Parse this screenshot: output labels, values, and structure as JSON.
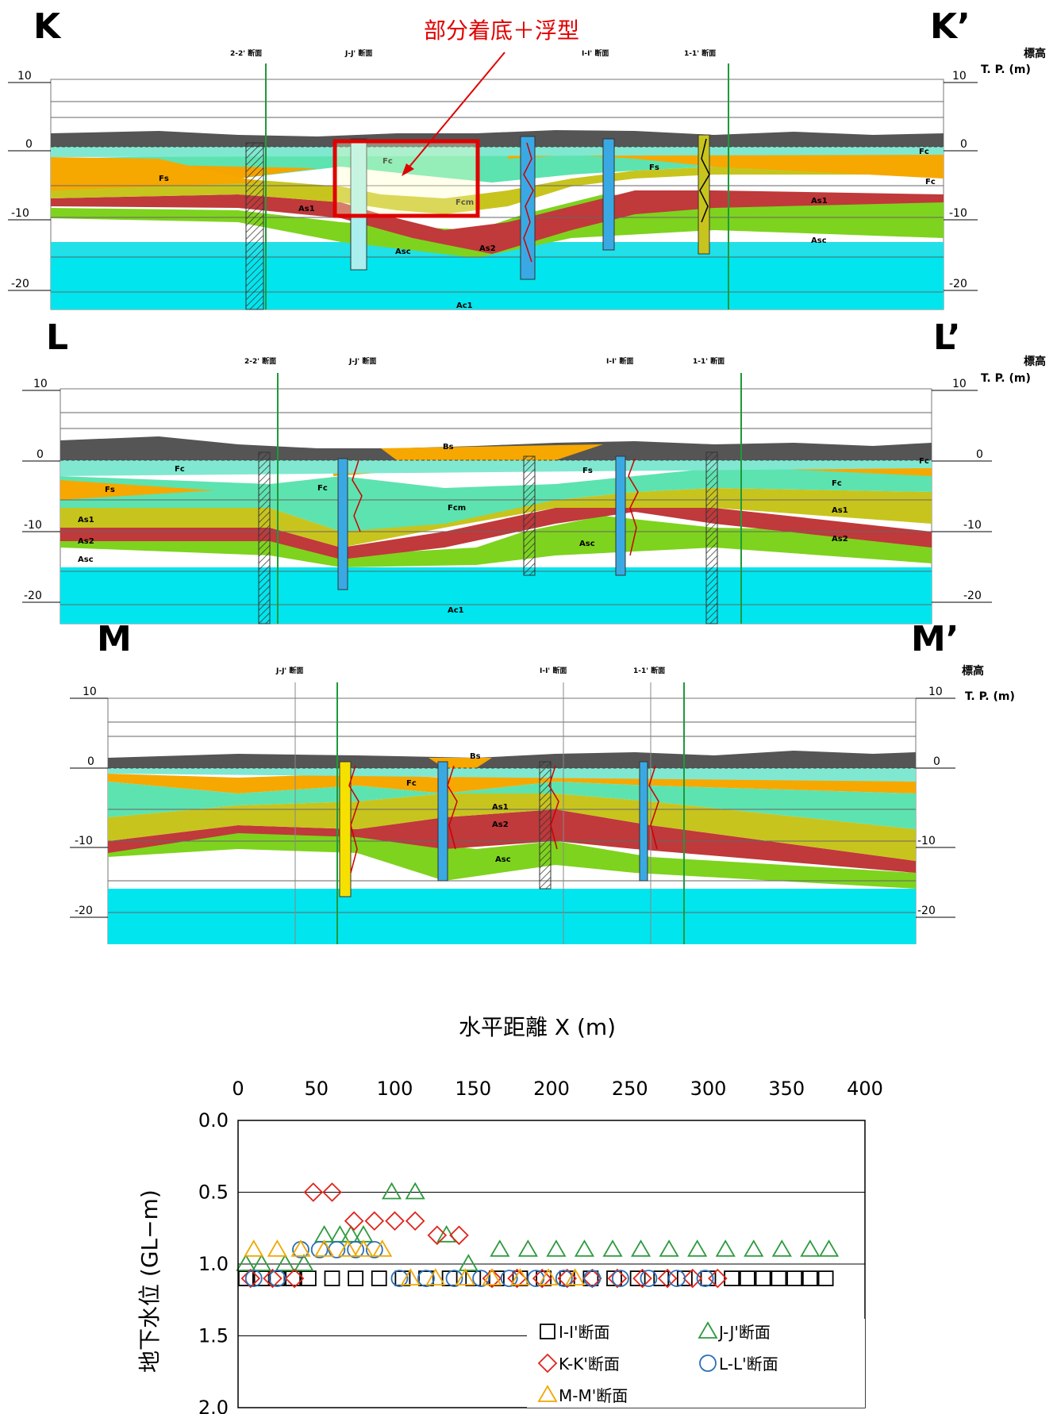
{
  "sections": [
    {
      "id": "K",
      "left_label": "K",
      "right_label": "K’",
      "elev_title": "標高",
      "elev_unit": "T. P. (m)",
      "y_ticks": [
        "10",
        "0",
        "-10",
        "-20"
      ],
      "cross_sections": [
        "2-2' 断面",
        "J-J' 断面",
        "I-I' 断面",
        "1-1' 断面"
      ],
      "layers": [
        "Fc",
        "Fs",
        "Fcm",
        "As1",
        "As2",
        "Asc",
        "Ac1",
        "Fc",
        "Fc"
      ],
      "annotation": "部分着底＋浮型"
    },
    {
      "id": "L",
      "left_label": "L",
      "right_label": "L’",
      "elev_title": "標高",
      "elev_unit": "T. P. (m)",
      "y_ticks": [
        "10",
        "0",
        "-10",
        "-20"
      ],
      "cross_sections": [
        "2-2' 断面",
        "J-J' 断面",
        "I-I' 断面",
        "1-1' 断面"
      ],
      "layers": [
        "Fc",
        "Fs",
        "Fc",
        "Bs",
        "Fs",
        "Fcm",
        "As1",
        "As2",
        "Asc",
        "Asc",
        "Fc",
        "Fc",
        "As1",
        "As2",
        "Ac1"
      ]
    },
    {
      "id": "M",
      "left_label": "M",
      "right_label": "M’",
      "elev_title": "標高",
      "elev_unit": "T. P. (m)",
      "y_ticks": [
        "10",
        "0",
        "-10",
        "-20"
      ],
      "cross_sections": [
        "J-J' 断面",
        "I-I' 断面",
        "1-1' 断面"
      ],
      "layers": [
        "Bs",
        "Fc",
        "As1",
        "As2",
        "Asc"
      ]
    }
  ],
  "chart_data": {
    "type": "scatter",
    "xlabel": "水平距離 X (m)",
    "ylabel": "地下水位 (GL−m)",
    "xlim": [
      0,
      400
    ],
    "ylim": [
      0,
      2.0
    ],
    "y_inverted": true,
    "x_ticks": [
      0,
      50,
      100,
      150,
      200,
      250,
      300,
      350,
      400
    ],
    "y_ticks": [
      "0.0",
      "0.5",
      "1.0",
      "1.5",
      "2.0"
    ],
    "gridlines_y": [
      0.5,
      1.0,
      1.5
    ],
    "legend_position": "bottom-right",
    "series": [
      {
        "name": "I-I'断面",
        "marker": "square",
        "color": "#000000",
        "points": [
          [
            5,
            1.1
          ],
          [
            15,
            1.1
          ],
          [
            25,
            1.1
          ],
          [
            35,
            1.1
          ],
          [
            45,
            1.1
          ],
          [
            60,
            1.1
          ],
          [
            75,
            1.1
          ],
          [
            90,
            1.1
          ],
          [
            105,
            1.1
          ],
          [
            120,
            1.1
          ],
          [
            135,
            1.1
          ],
          [
            150,
            1.1
          ],
          [
            165,
            1.1
          ],
          [
            180,
            1.1
          ],
          [
            195,
            1.1
          ],
          [
            210,
            1.1
          ],
          [
            225,
            1.1
          ],
          [
            240,
            1.1
          ],
          [
            255,
            1.1
          ],
          [
            270,
            1.1
          ],
          [
            285,
            1.1
          ],
          [
            300,
            1.1
          ],
          [
            315,
            1.1
          ],
          [
            325,
            1.1
          ],
          [
            335,
            1.1
          ],
          [
            345,
            1.1
          ],
          [
            355,
            1.1
          ],
          [
            365,
            1.1
          ],
          [
            375,
            1.1
          ]
        ]
      },
      {
        "name": "J-J'断面",
        "marker": "triangle",
        "color": "#2e9a3e",
        "points": [
          [
            5,
            1.0
          ],
          [
            15,
            1.0
          ],
          [
            30,
            1.0
          ],
          [
            42,
            1.0
          ],
          [
            55,
            0.8
          ],
          [
            65,
            0.8
          ],
          [
            72,
            0.8
          ],
          [
            80,
            0.8
          ],
          [
            98,
            0.5
          ],
          [
            113,
            0.5
          ],
          [
            133,
            0.8
          ],
          [
            147,
            1.0
          ],
          [
            167,
            0.9
          ],
          [
            185,
            0.9
          ],
          [
            203,
            0.9
          ],
          [
            221,
            0.9
          ],
          [
            239,
            0.9
          ],
          [
            257,
            0.9
          ],
          [
            275,
            0.9
          ],
          [
            293,
            0.9
          ],
          [
            311,
            0.9
          ],
          [
            329,
            0.9
          ],
          [
            347,
            0.9
          ],
          [
            365,
            0.9
          ],
          [
            377,
            0.9
          ]
        ]
      },
      {
        "name": "K-K'断面",
        "marker": "diamond",
        "color": "#e0241b",
        "points": [
          [
            8,
            1.1
          ],
          [
            22,
            1.1
          ],
          [
            36,
            1.1
          ],
          [
            48,
            0.5
          ],
          [
            60,
            0.5
          ],
          [
            74,
            0.7
          ],
          [
            87,
            0.7
          ],
          [
            100,
            0.7
          ],
          [
            113,
            0.7
          ],
          [
            127,
            0.8
          ],
          [
            141,
            0.8
          ],
          [
            162,
            1.1
          ],
          [
            178,
            1.1
          ],
          [
            194,
            1.1
          ],
          [
            210,
            1.1
          ],
          [
            226,
            1.1
          ],
          [
            242,
            1.1
          ],
          [
            258,
            1.1
          ],
          [
            274,
            1.1
          ],
          [
            290,
            1.1
          ],
          [
            306,
            1.1
          ]
        ]
      },
      {
        "name": "L-L'断面",
        "marker": "circle",
        "color": "#2a6fb8",
        "points": [
          [
            10,
            1.1
          ],
          [
            25,
            1.1
          ],
          [
            40,
            0.9
          ],
          [
            52,
            0.9
          ],
          [
            63,
            0.9
          ],
          [
            75,
            0.9
          ],
          [
            87,
            0.9
          ],
          [
            103,
            1.1
          ],
          [
            120,
            1.1
          ],
          [
            138,
            1.1
          ],
          [
            155,
            1.1
          ],
          [
            173,
            1.1
          ],
          [
            190,
            1.1
          ],
          [
            208,
            1.1
          ],
          [
            226,
            1.1
          ],
          [
            244,
            1.1
          ],
          [
            262,
            1.1
          ],
          [
            280,
            1.1
          ],
          [
            298,
            1.1
          ]
        ]
      },
      {
        "name": "M-M'断面",
        "marker": "triangle",
        "color": "#f0a800",
        "points": [
          [
            10,
            0.9
          ],
          [
            25,
            0.9
          ],
          [
            40,
            0.9
          ],
          [
            55,
            0.9
          ],
          [
            70,
            0.9
          ],
          [
            80,
            0.9
          ],
          [
            92,
            0.9
          ],
          [
            110,
            1.1
          ],
          [
            126,
            1.1
          ],
          [
            145,
            1.1
          ],
          [
            162,
            1.1
          ],
          [
            180,
            1.1
          ],
          [
            198,
            1.1
          ],
          [
            215,
            1.1
          ]
        ]
      }
    ]
  }
}
